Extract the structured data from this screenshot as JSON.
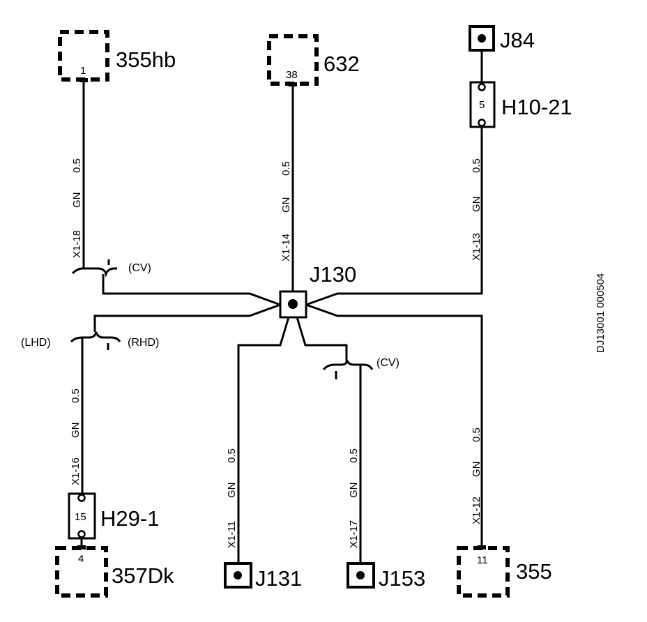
{
  "components": {
    "c355hb": {
      "label": "355hb",
      "pin": "1"
    },
    "c632": {
      "label": "632",
      "pin": "38"
    },
    "j84": {
      "label": "J84"
    },
    "h10_21": {
      "label": "H10-21",
      "pin": "5"
    },
    "j130": {
      "label": "J130"
    },
    "h29_1": {
      "label": "H29-1",
      "pin": "15"
    },
    "c357dk": {
      "label": "357Dk",
      "pin": "4"
    },
    "j131": {
      "label": "J131"
    },
    "j153": {
      "label": "J153"
    },
    "c355": {
      "label": "355",
      "pin": "11"
    }
  },
  "wires": {
    "w18": {
      "terminal": "X1-18",
      "color": "GN",
      "size": "0.5"
    },
    "w14": {
      "terminal": "X1-14",
      "color": "GN",
      "size": "0.5"
    },
    "w13": {
      "terminal": "X1-13",
      "color": "GN",
      "size": "0.5"
    },
    "w16": {
      "terminal": "X1-16",
      "color": "GN",
      "size": "0.5"
    },
    "w11": {
      "terminal": "X1-11",
      "color": "GN",
      "size": "0.5"
    },
    "w17": {
      "terminal": "X1-17",
      "color": "GN",
      "size": "0.5"
    },
    "w12": {
      "terminal": "X1-12",
      "color": "GN",
      "size": "0.5"
    }
  },
  "options": {
    "cv_top": "(CV)",
    "lhd": "(LHD)",
    "rhd": "(RHD)",
    "cv_bottom": "(CV)"
  },
  "drawing_id": "DJ13001 000504"
}
